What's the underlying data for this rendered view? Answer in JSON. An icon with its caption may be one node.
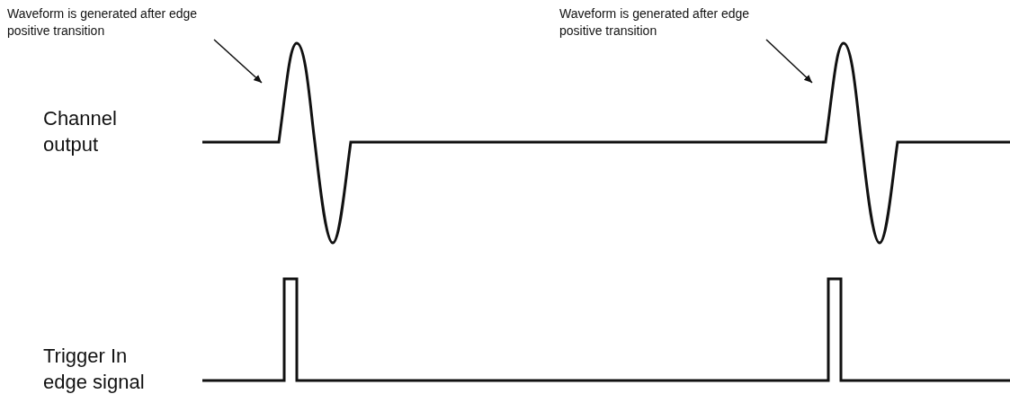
{
  "diagram": {
    "nodes": [
      {
        "text": [
          "Waveform is generated after edge positive transition"
        ]
      },
      {
        "text": [
          "Waveform is generated after edge positive transition"
        ]
      }
    ],
    "edges": [
      {
        "from": 0,
        "to": null,
        "arrow": "to"
      },
      {
        "from": 1,
        "to": null,
        "arrow": "to"
      }
    ],
    "labels": [
      "Channel output",
      "Trigger In edge signal"
    ]
  }
}
